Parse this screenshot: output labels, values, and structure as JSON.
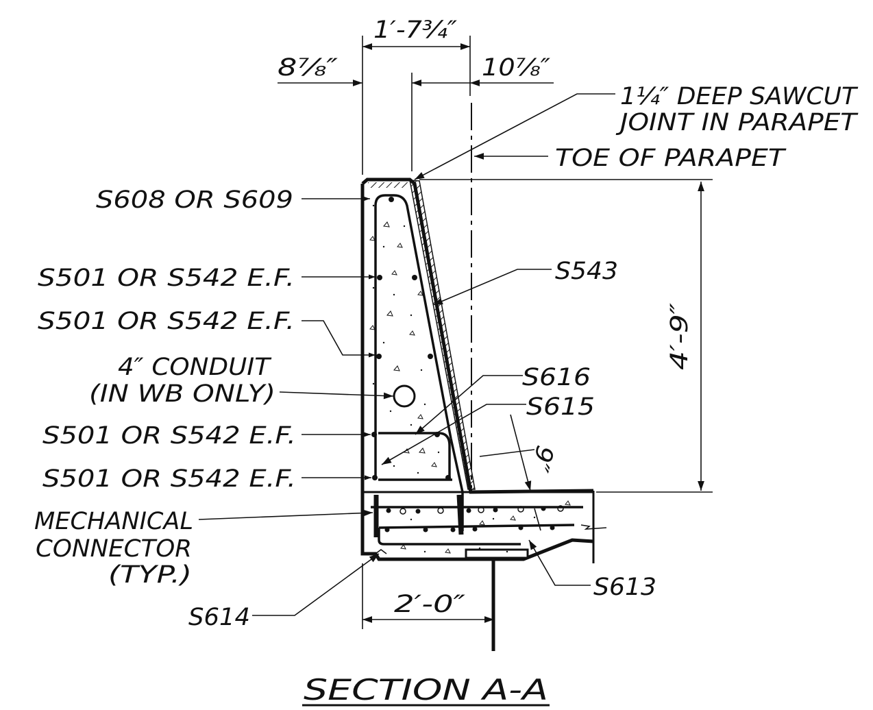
{
  "drawing": {
    "title": "SECTION A-A",
    "dimensions": {
      "top_width": "1′-7¾″",
      "left_offset": "8⅞″",
      "right_offset": "10⅞″",
      "height": "4′-9″",
      "deck_thickness": "9″",
      "overhang": "2′-0″"
    },
    "labels": {
      "sawcut_line1": "1¼″ DEEP SAWCUT",
      "sawcut_line2": "JOINT IN PARAPET",
      "toe": "TOE OF PARAPET",
      "s608": "S608 OR S609",
      "s501_1": "S501 OR S542 E.F.",
      "s501_2": "S501 OR S542 E.F.",
      "conduit_1": "4″ CONDUIT",
      "conduit_2": "(IN WB ONLY)",
      "s501_3": "S501 OR S542 E.F.",
      "s501_4": "S501 OR S542 E.F.",
      "mech_1": "MECHANICAL",
      "mech_2": "CONNECTOR",
      "mech_3": "(TYP.)",
      "s543": "S543",
      "s616": "S616",
      "s615": "S615",
      "s613": "S613",
      "s614": "S614"
    }
  }
}
